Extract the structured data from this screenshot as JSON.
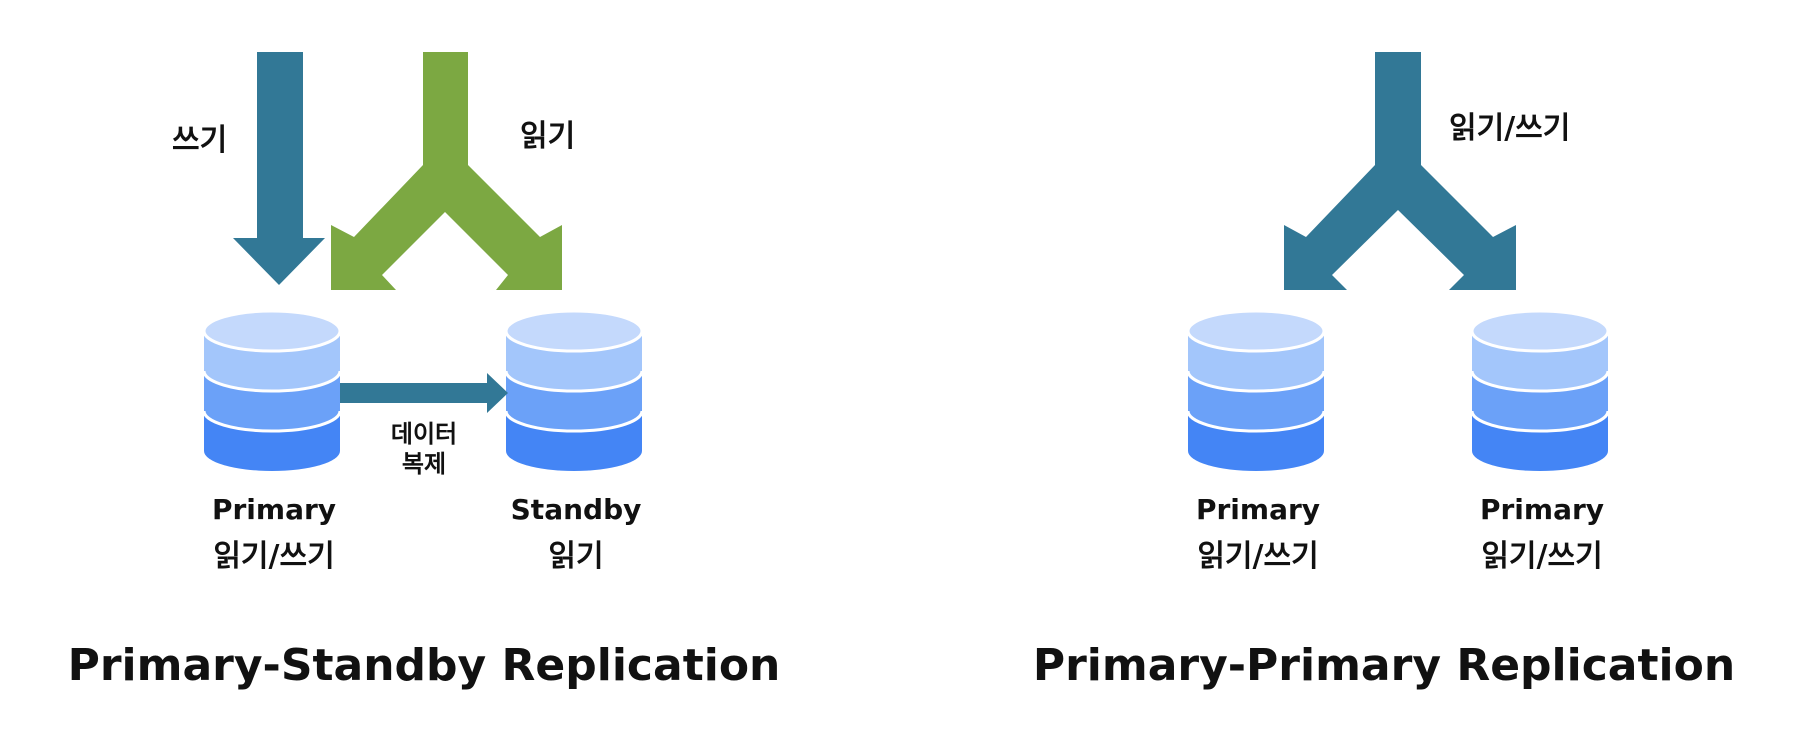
{
  "colors": {
    "write_arrow": "#327896",
    "read_arrow": "#7ca842",
    "db_top": "#c4d9fc",
    "db_band_1": "#a3c6fb",
    "db_band_2": "#6ba1f8",
    "db_band_3": "#4485f5"
  },
  "left": {
    "write_label": "쓰기",
    "read_label": "읽기",
    "replication_label_line1": "데이터",
    "replication_label_line2": "복제",
    "primary_db": {
      "name": "Primary",
      "role": "읽기/쓰기"
    },
    "standby_db": {
      "name": "Standby",
      "role": "읽기"
    },
    "title": "Primary-Standby Replication"
  },
  "right": {
    "readwrite_label": "읽기/쓰기",
    "db_1": {
      "name": "Primary",
      "role": "읽기/쓰기"
    },
    "db_2": {
      "name": "Primary",
      "role": "읽기/쓰기"
    },
    "title": "Primary-Primary Replication"
  }
}
